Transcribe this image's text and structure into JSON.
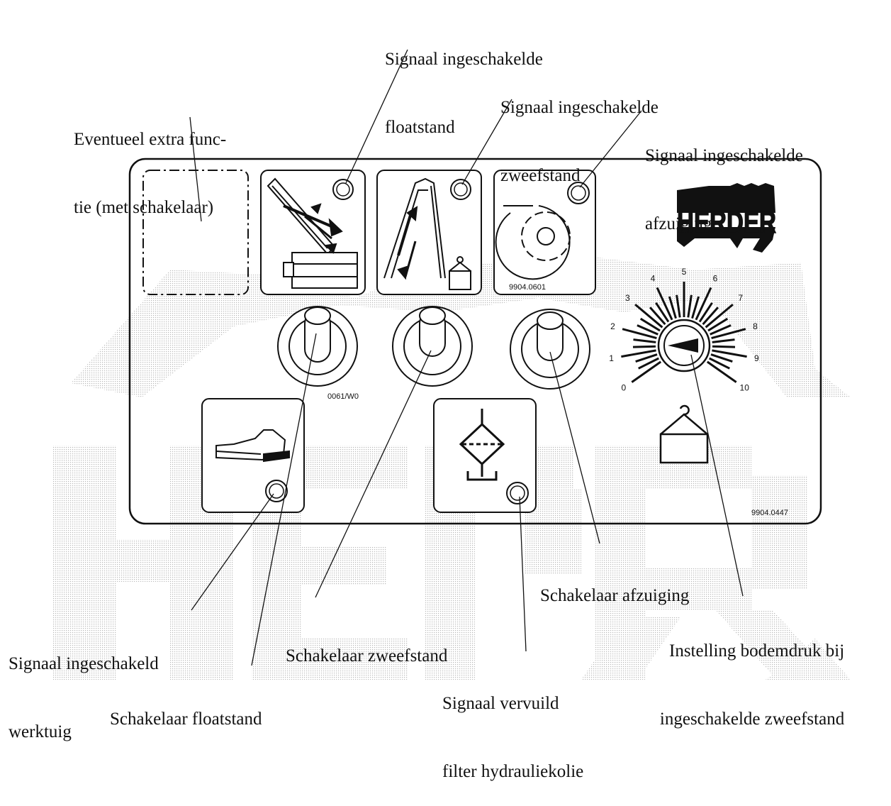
{
  "callouts": {
    "float_signal": [
      "Signaal ingeschakelde",
      "floatstand"
    ],
    "hover_signal": [
      "Signaal ingeschakelde",
      "zweefstand"
    ],
    "extra_function": [
      "Eventueel extra func-",
      "tie (met schakelaar)"
    ],
    "suction_signal": [
      "Signaal ingeschakelde",
      "afzuiging"
    ],
    "suction_switch": [
      "Schakelaar afzuiging"
    ],
    "ground_pressure": [
      "Instelling bodemdruk bij",
      "ingeschakelde zweefstand"
    ],
    "tool_signal": [
      "Signaal ingeschakeld",
      "werktuig"
    ],
    "hover_switch": [
      "Schakelaar zweefstand"
    ],
    "float_switch": [
      "Schakelaar floatstand"
    ],
    "filter_signal": [
      "Signaal vervuild",
      "filter hydrauliekolie"
    ]
  },
  "panel": {
    "codes": {
      "suction_plate": "9904.0601",
      "toggle_code": "0061/W0",
      "panel_code": "9904.0447"
    },
    "brand": "HERDER",
    "dial_scale": [
      "0",
      "1",
      "2",
      "3",
      "4",
      "5",
      "6",
      "7",
      "8",
      "9",
      "10"
    ]
  },
  "icons": {
    "extra_function": "empty-slot-dashed-icon",
    "float": "boom-float-icon",
    "hover": "boom-hover-icon",
    "suction": "suction-fan-icon",
    "tool": "shoe-tool-icon",
    "filter": "hydraulic-filter-icon",
    "weight": "weight-icon"
  }
}
